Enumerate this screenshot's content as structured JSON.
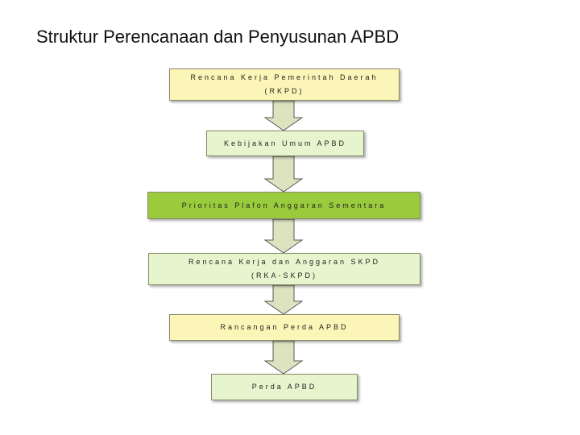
{
  "title": "Struktur Perencanaan dan Penyusunan APBD",
  "colors": {
    "box_fill": "#fbf5b7",
    "box_fill_alt": "#e6f5cd",
    "highlight_fill": "#9acb3c",
    "arrow_fill": "#dde3bf",
    "arrow_stroke": "#5a5a5a"
  },
  "steps": [
    {
      "line1": "Rencana Kerja Pemerintah Daerah",
      "line2": "(RKPD)"
    },
    {
      "line1": "Kebijakan Umum APBD",
      "line2": ""
    },
    {
      "line1": "Prioritas Plafon Anggaran Sementara",
      "line2": ""
    },
    {
      "line1": "Rencana Kerja dan Anggaran SKPD",
      "line2": "(RKA-SKPD)"
    },
    {
      "line1": "Rancangan Perda APBD",
      "line2": ""
    },
    {
      "line1": "Perda APBD",
      "line2": ""
    }
  ]
}
